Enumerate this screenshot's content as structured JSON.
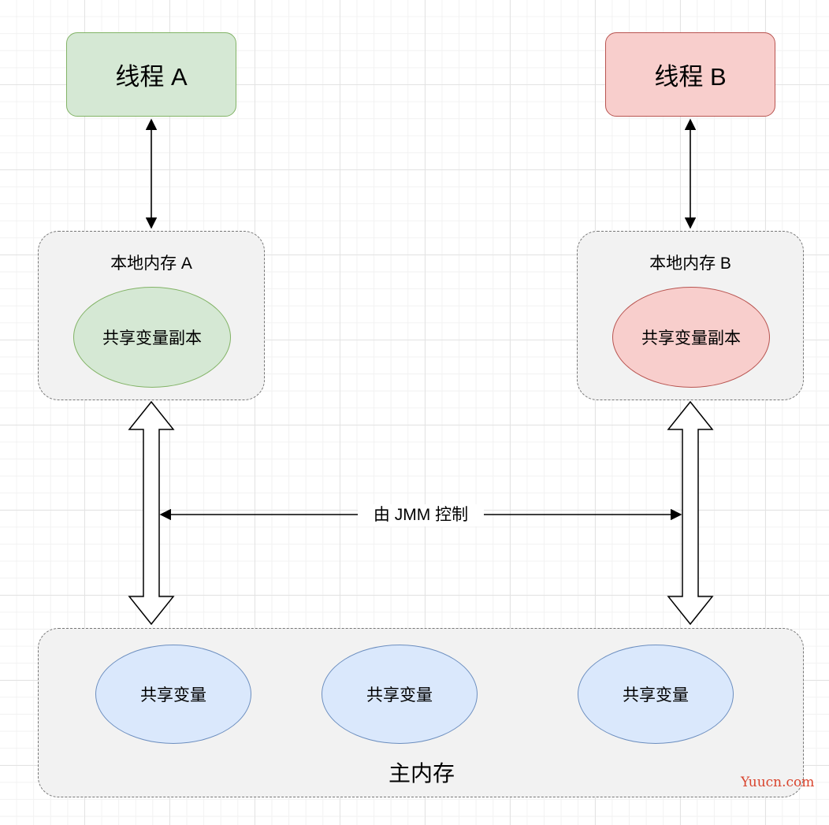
{
  "threads": {
    "a": {
      "label": "线程 A",
      "fill": "#d5e8d4",
      "stroke": "#82b366"
    },
    "b": {
      "label": "线程 B",
      "fill": "#f8cecc",
      "stroke": "#b85450"
    }
  },
  "local_memory": {
    "a": {
      "label": "本地内存 A",
      "copy_label": "共享变量副本"
    },
    "b": {
      "label": "本地内存 B",
      "copy_label": "共享变量副本"
    }
  },
  "jmm_label": "由 JMM 控制",
  "main_memory": {
    "label": "主内存",
    "variables": [
      "共享变量",
      "共享变量",
      "共享变量"
    ],
    "var_fill": "#dae8fc",
    "var_stroke": "#6c8ebf"
  },
  "watermark": "Yuucn.com"
}
